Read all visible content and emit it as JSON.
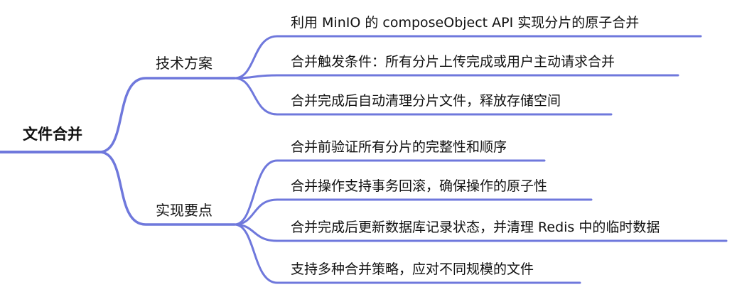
{
  "accent_color": "#6f78dc",
  "root": {
    "label": "文件合并"
  },
  "branches": [
    {
      "label": "技术方案",
      "children": [
        {
          "label": "利用 MinIO 的 composeObject API 实现分片的原子合并"
        },
        {
          "label": "合并触发条件：所有分片上传完成或用户主动请求合并"
        },
        {
          "label": "合并完成后自动清理分片文件，释放存储空间"
        }
      ]
    },
    {
      "label": "实现要点",
      "children": [
        {
          "label": "合并前验证所有分片的完整性和顺序"
        },
        {
          "label": "合并操作支持事务回滚，确保操作的原子性"
        },
        {
          "label": "合并完成后更新数据库记录状态，并清理 Redis 中的临时数据"
        },
        {
          "label": "支持多种合并策略，应对不同规模的文件"
        }
      ]
    }
  ]
}
